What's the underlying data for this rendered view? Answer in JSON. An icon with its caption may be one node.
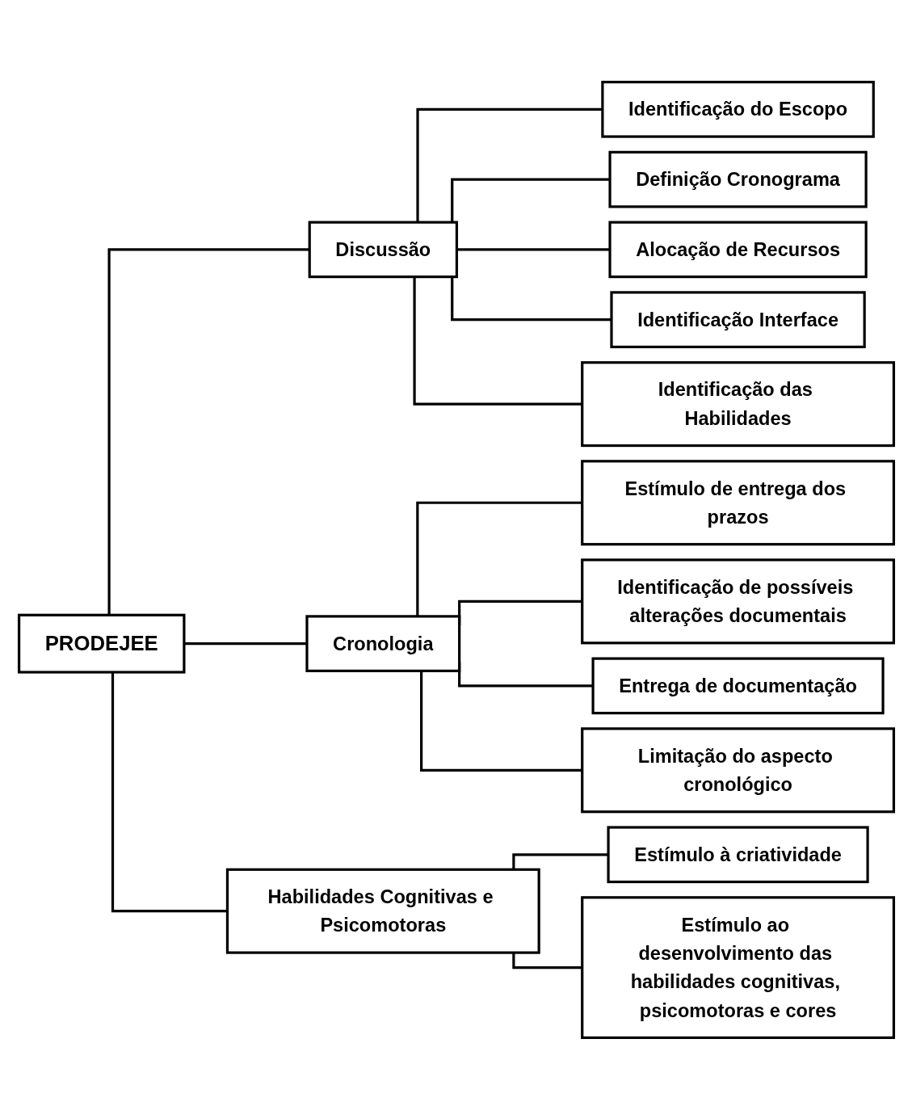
{
  "diagram": {
    "nodes": [
      {
        "text": [
          "PRODEJEE"
        ]
      },
      {
        "text": [
          "Discussão"
        ]
      },
      {
        "text": [
          "Cronologia"
        ]
      },
      {
        "text": [
          "Habilidades Cognitivas e Psicomotoras"
        ]
      },
      {
        "text": [
          "Identificação do Escopo"
        ]
      },
      {
        "text": [
          "Definição Cronograma"
        ]
      },
      {
        "text": [
          "Alocação de Recursos"
        ]
      },
      {
        "text": [
          "Identificação Interface"
        ]
      },
      {
        "text": [
          "Identificação das Habilidades"
        ]
      },
      {
        "text": [
          "Estímulo de entrega dos prazos"
        ]
      },
      {
        "text": [
          "Identificação de possíveis alterações documentais"
        ]
      },
      {
        "text": [
          "Entrega de documentação"
        ]
      },
      {
        "text": [
          "Limitação do aspecto cronológico"
        ]
      },
      {
        "text": [
          "Estímulo à criatividade"
        ]
      },
      {
        "text": [
          "Estímulo ao desenvolvimento das habilidades cognitivas, psicomotoras e cores"
        ]
      }
    ],
    "edges": [
      {
        "from": 0,
        "to": 1,
        "arrow": "none"
      },
      {
        "from": 0,
        "to": 2,
        "arrow": "none"
      },
      {
        "from": 0,
        "to": 3,
        "arrow": "none"
      },
      {
        "from": 1,
        "to": 4,
        "arrow": "none"
      },
      {
        "from": 1,
        "to": 5,
        "arrow": "none"
      },
      {
        "from": 1,
        "to": 6,
        "arrow": "none"
      },
      {
        "from": 1,
        "to": 7,
        "arrow": "none"
      },
      {
        "from": 1,
        "to": 8,
        "arrow": "none"
      },
      {
        "from": 2,
        "to": 9,
        "arrow": "none"
      },
      {
        "from": 2,
        "to": 10,
        "arrow": "none"
      },
      {
        "from": 2,
        "to": 11,
        "arrow": "none"
      },
      {
        "from": 2,
        "to": 12,
        "arrow": "none"
      },
      {
        "from": 3,
        "to": 13,
        "arrow": "none"
      },
      {
        "from": 3,
        "to": 14,
        "arrow": "none"
      }
    ]
  }
}
